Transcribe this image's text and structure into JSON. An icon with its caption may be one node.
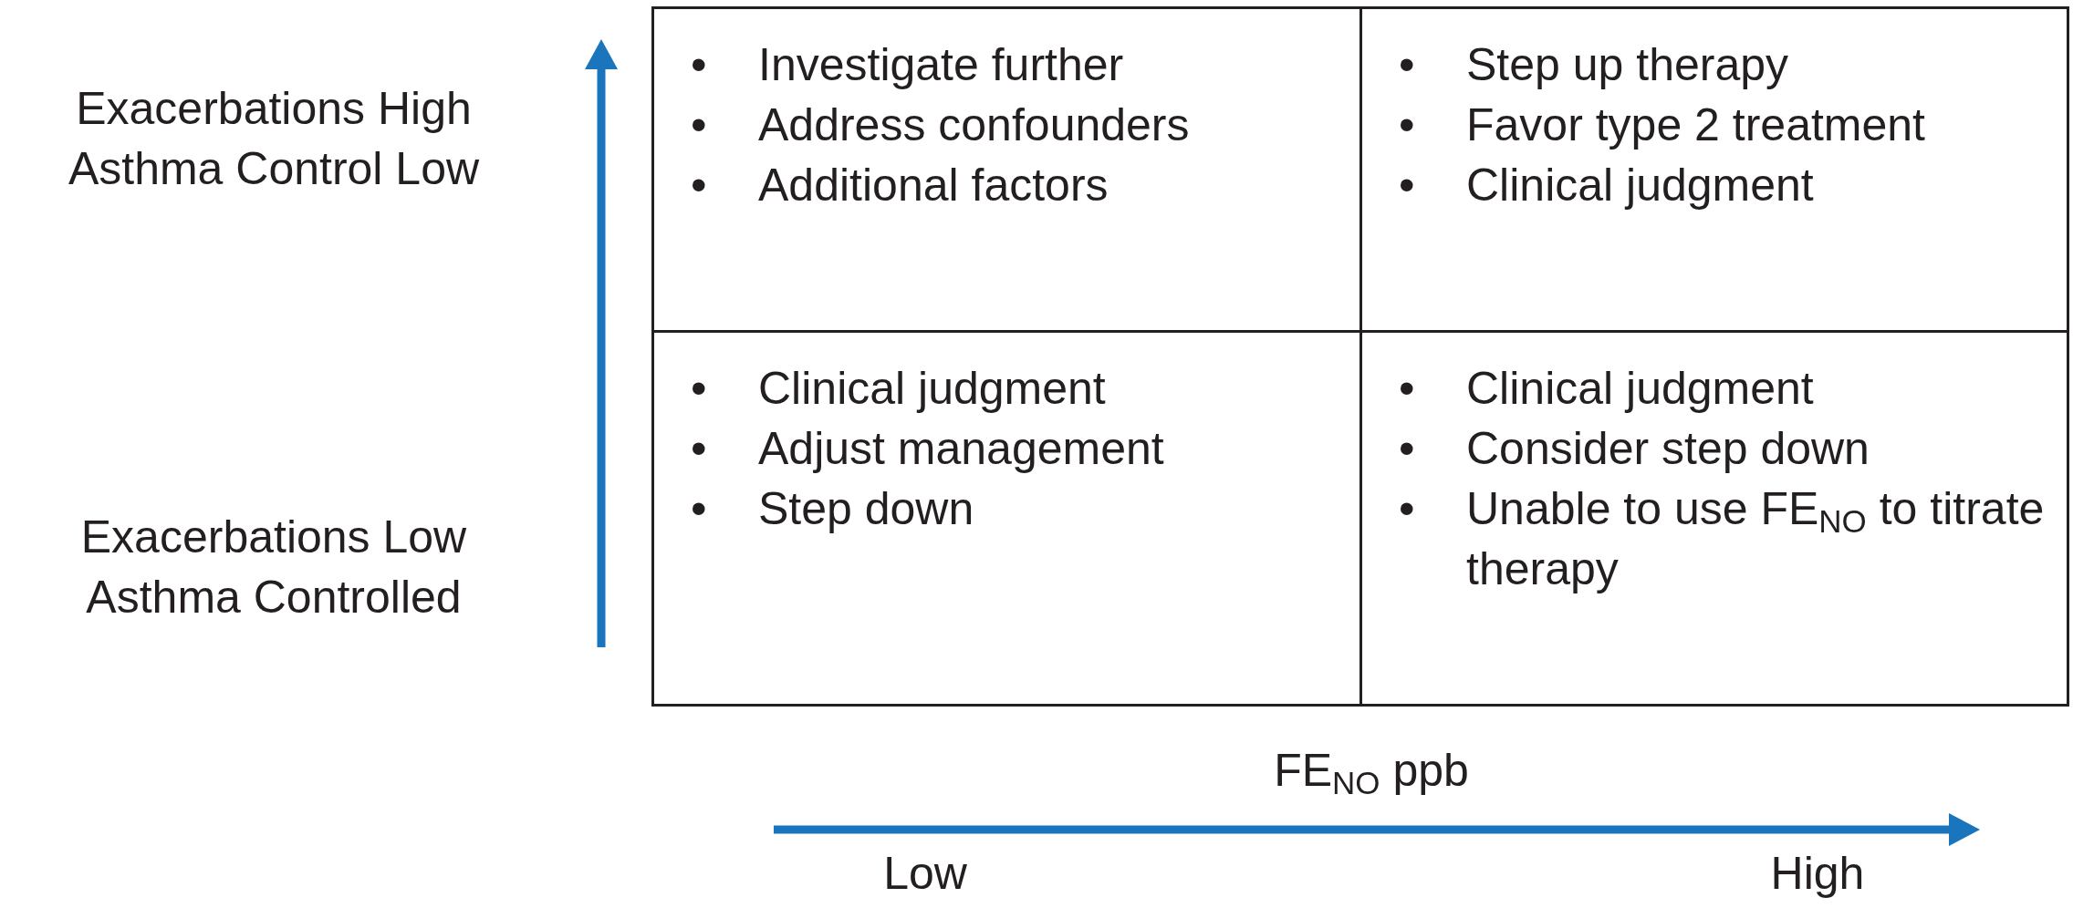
{
  "diagram": {
    "nodes": [
      {
        "text": [
          "•\tInvestigate further",
          "•\tAddress confounders",
          "•\tAdditional factors"
        ]
      },
      {
        "text": [
          "•\tStep up therapy",
          "•\tFavor type 2 treatment",
          "•\tClinical judgment"
        ]
      },
      {
        "text": [
          "•\tClinical judgment",
          "•\tAdjust management",
          "•\tStep down"
        ]
      },
      {
        "text": [
          "•\tClinical judgment",
          "•\tConsider step down",
          "•\tUnable to use FE$_{NO}$ to titrate therapy"
        ]
      }
    ],
    "edges": [],
    "labels": [
      "Exacerbations High Asthma Control Low",
      "Exacerbations Low Asthma Controlled",
      "FE$_{NO}$ ppb",
      "Low",
      "High"
    ]
  }
}
